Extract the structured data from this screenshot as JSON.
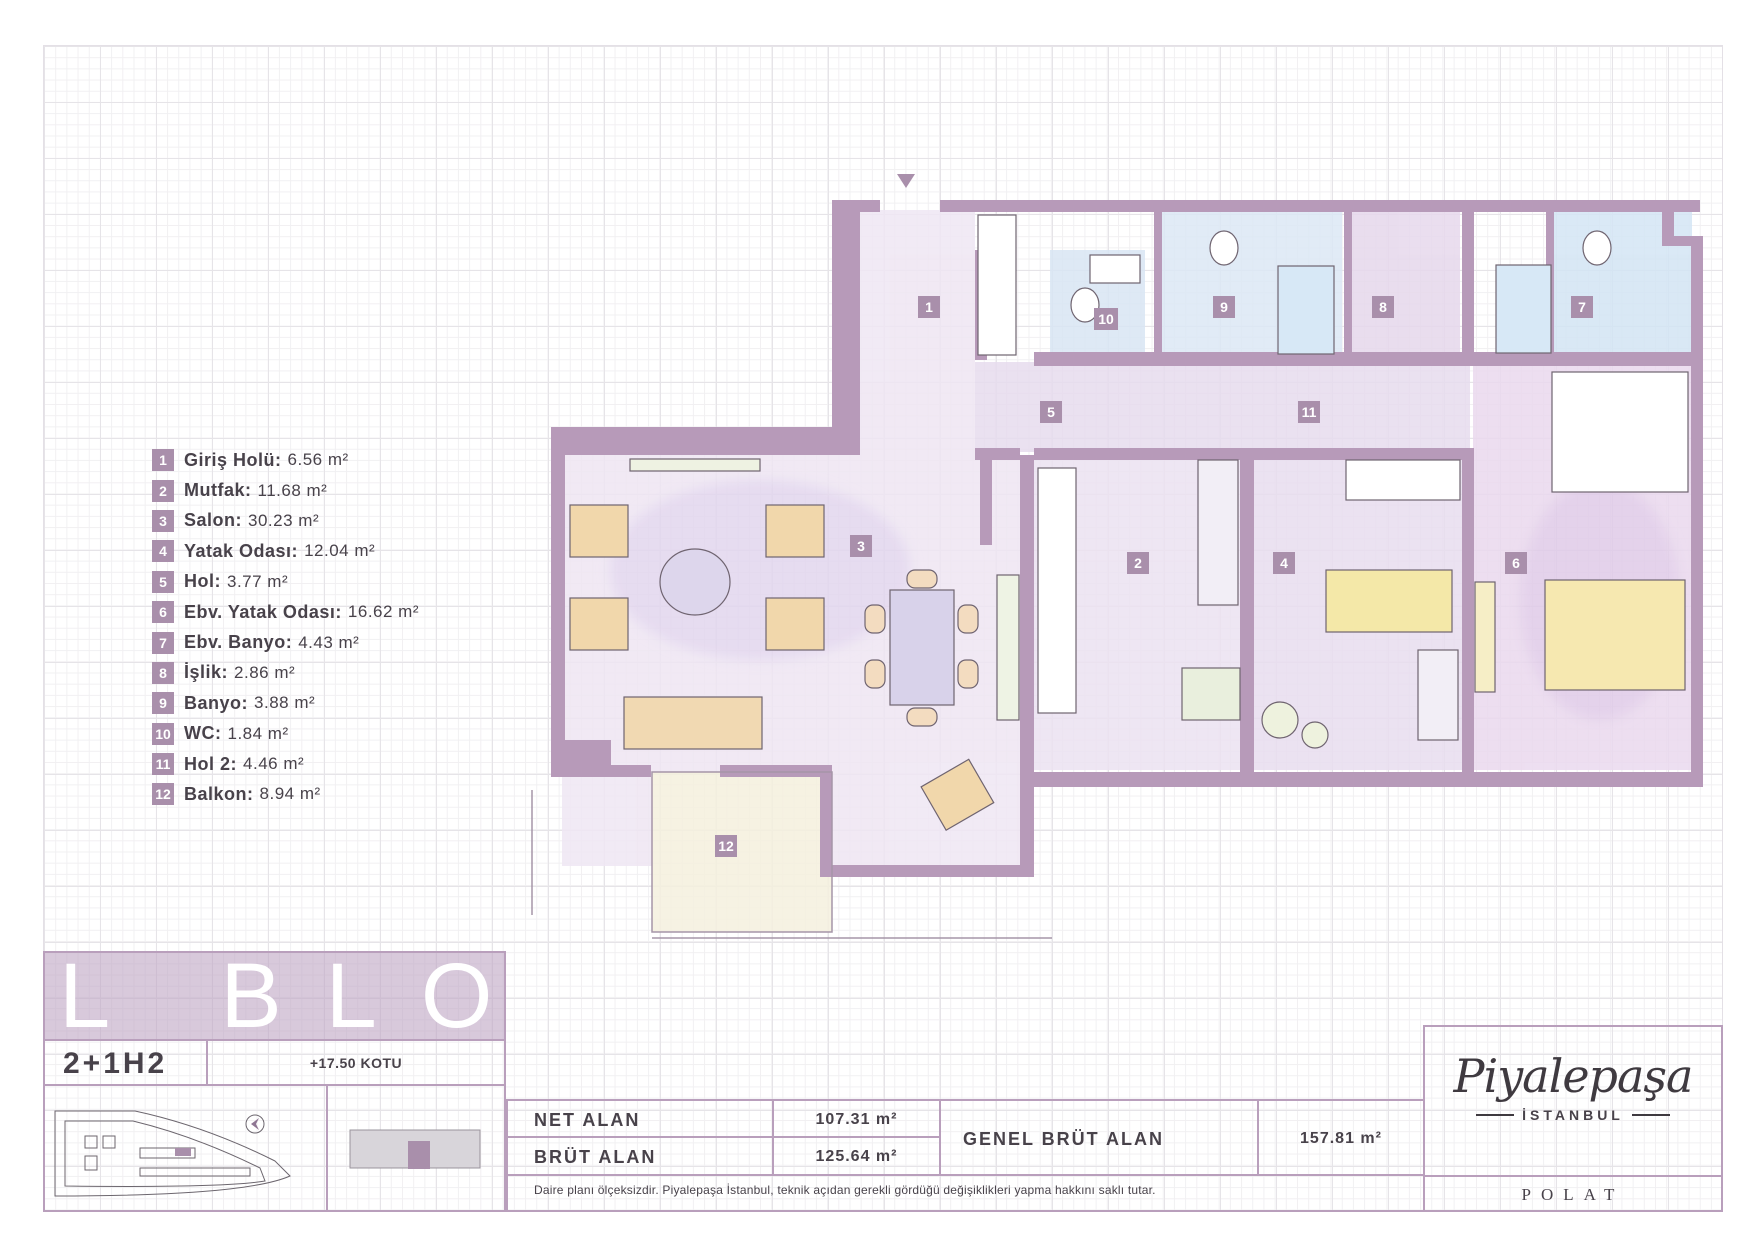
{
  "rooms": [
    {
      "no": "1",
      "name": "Giriş Holü:",
      "area": "6.56 m²"
    },
    {
      "no": "2",
      "name": "Mutfak:",
      "area": "11.68 m²"
    },
    {
      "no": "3",
      "name": "Salon:",
      "area": "30.23 m²"
    },
    {
      "no": "4",
      "name": "Yatak Odası:",
      "area": "12.04 m²"
    },
    {
      "no": "5",
      "name": "Hol:",
      "area": "3.77 m²"
    },
    {
      "no": "6",
      "name": "Ebv. Yatak Odası:",
      "area": "16.62 m²"
    },
    {
      "no": "7",
      "name": "Ebv. Banyo:",
      "area": "4.43 m²"
    },
    {
      "no": "8",
      "name": "İşlik:",
      "area": "2.86 m²"
    },
    {
      "no": "9",
      "name": "Banyo:",
      "area": "3.88 m²"
    },
    {
      "no": "10",
      "name": "WC:",
      "area": "1.84 m²"
    },
    {
      "no": "11",
      "name": "Hol 2:",
      "area": "4.46 m²"
    },
    {
      "no": "12",
      "name": "Balkon:",
      "area": "8.94 m²"
    }
  ],
  "block": {
    "title": "L BLOK",
    "type": "2+1H2",
    "elevation": "+17.50 KOTU"
  },
  "areas": {
    "net_label": "NET ALAN",
    "net_value": "107.31 m²",
    "gross_label": "BRÜT ALAN",
    "gross_value": "125.64 m²",
    "total_label": "GENEL BRÜT ALAN",
    "total_value": "157.81 m²"
  },
  "disclaimer": "Daire planı ölçeksizdir. Piyalepaşa İstanbul, teknik açıdan gerekli gördüğü değişiklikleri yapma hakkını saklı tutar.",
  "logo": {
    "brand": "Piyalepaşa",
    "city": "İSTANBUL",
    "developer": "POLAT"
  },
  "colors": {
    "accent": "#a98fab",
    "wall": "#b79ab9",
    "text": "#48424a",
    "bath": "#cfe3f3",
    "floor": "#ece2f0"
  }
}
